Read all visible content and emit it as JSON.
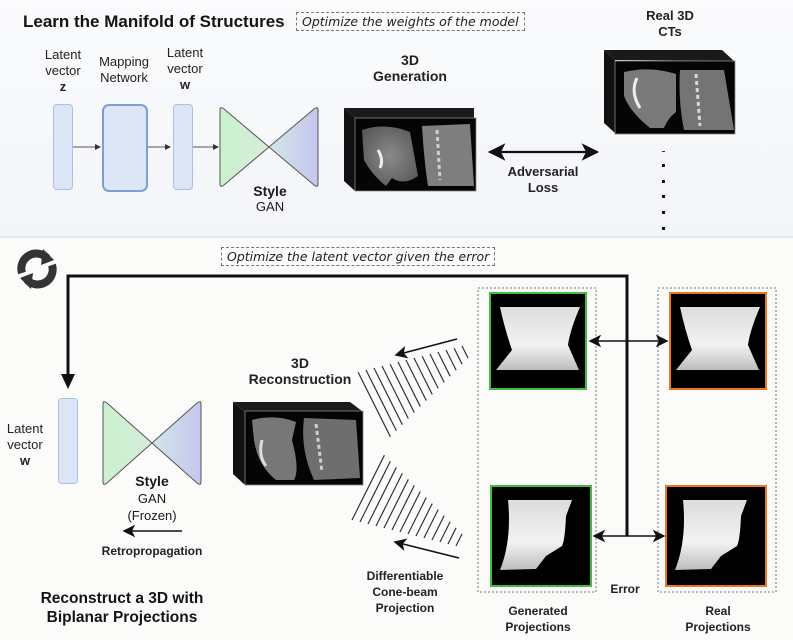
{
  "top_section": {
    "title": "Learn the Manifold of Structures",
    "note": "Optimize the weights of the model",
    "latent_z": {
      "line1": "Latent",
      "line2": "vector",
      "symbol": "z"
    },
    "mapping_network": {
      "line1": "Mapping",
      "line2": "Network"
    },
    "latent_w": {
      "line1": "Latent",
      "line2": "vector",
      "symbol": "w"
    },
    "stylegan": {
      "bold": "Style",
      "line2": "GAN"
    },
    "generation": {
      "line1": "3D",
      "line2": "Generation"
    },
    "adversarial": {
      "line1": "Adversarial",
      "line2": "Loss"
    },
    "real_cts": {
      "line1": "Real 3D",
      "line2": "CTs"
    }
  },
  "bottom_section": {
    "note": "Optimize the latent vector given the error",
    "refresh_icon": "refresh-cycle-icon",
    "latent_w": {
      "line1": "Latent",
      "line2": "vector",
      "symbol": "w"
    },
    "stylegan": {
      "bold": "Style",
      "line2": "GAN",
      "line3": "(Frozen)"
    },
    "retropropagation": "Retropropagation",
    "reconstruction": {
      "line1": "3D",
      "line2": "Reconstruction"
    },
    "projection": {
      "line1": "Differentiable",
      "line2": "Cone-beam",
      "line3": "Projection"
    },
    "error": "Error",
    "generated": {
      "line1": "Generated",
      "line2": "Projections"
    },
    "real": {
      "line1": "Real",
      "line2": "Projections"
    },
    "title": {
      "line1": "Reconstruct a 3D with",
      "line2": "Biplanar Projections"
    }
  },
  "colors": {
    "generated_border": "#3fbf3f",
    "real_border": "#e87722",
    "vector_fill": "#dce6f7",
    "gan_left": "#c9f2cc",
    "gan_right": "#c5c5ee"
  }
}
